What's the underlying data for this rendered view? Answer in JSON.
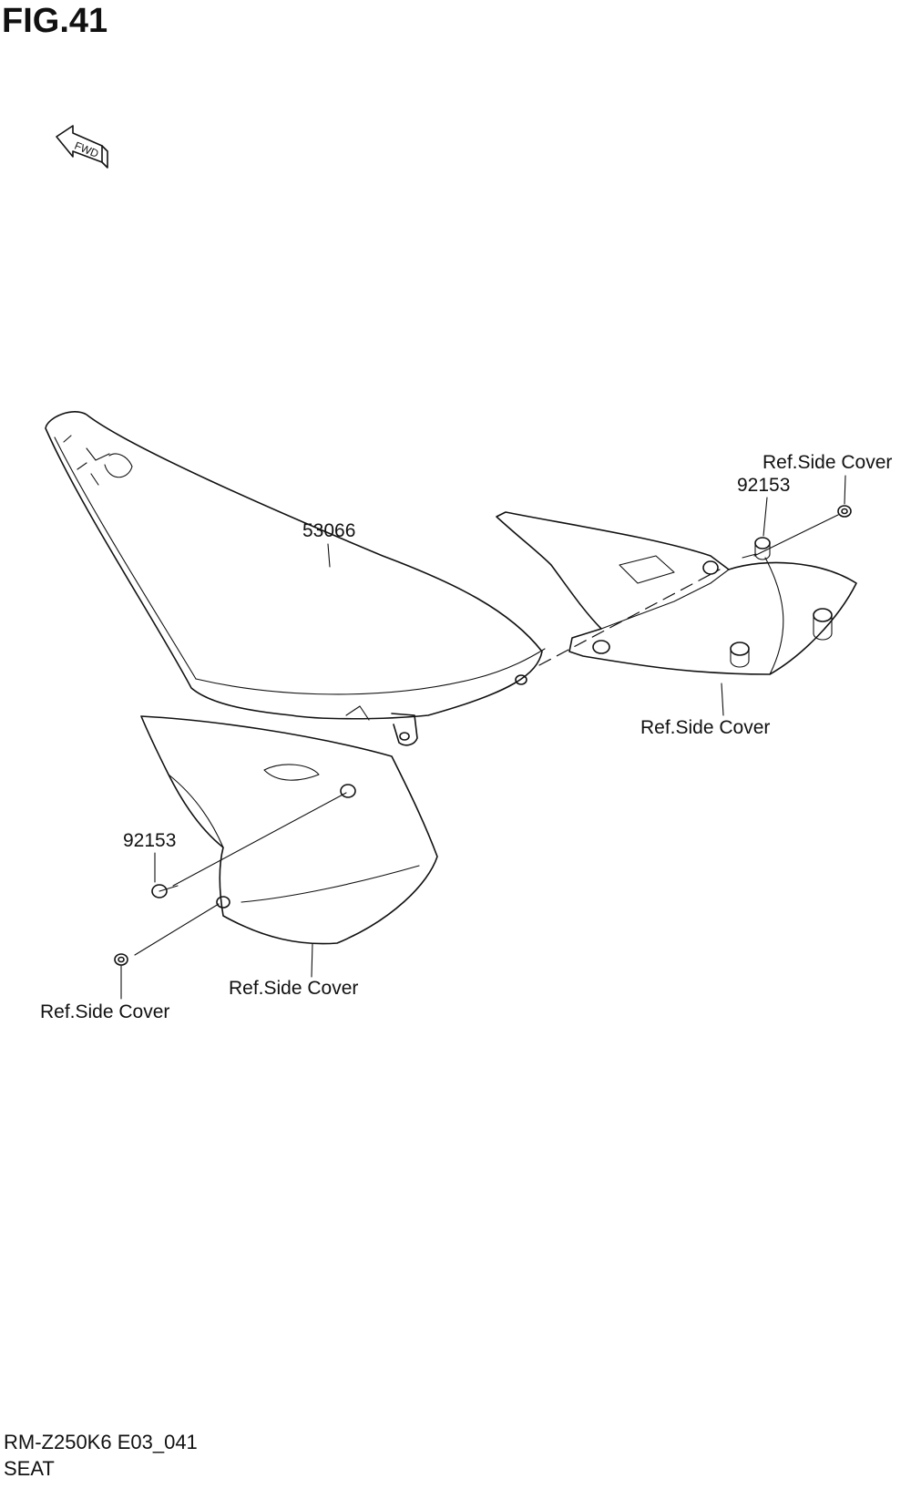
{
  "figure": {
    "title": "FIG.41"
  },
  "fwd_arrow": {
    "text": "FWD",
    "icon": "forward-arrow-icon"
  },
  "callouts": {
    "seat_part": "53066",
    "bolt_upper": "92153",
    "bolt_lower": "92153",
    "ref_side_cover_top_right": "Ref.Side Cover",
    "ref_side_cover_right": "Ref.Side Cover",
    "ref_side_cover_center": "Ref.Side Cover",
    "ref_side_cover_bottom_left": "Ref.Side Cover"
  },
  "footer": {
    "model_code": "RM-Z250K6 E03_041",
    "section_name": "SEAT"
  }
}
